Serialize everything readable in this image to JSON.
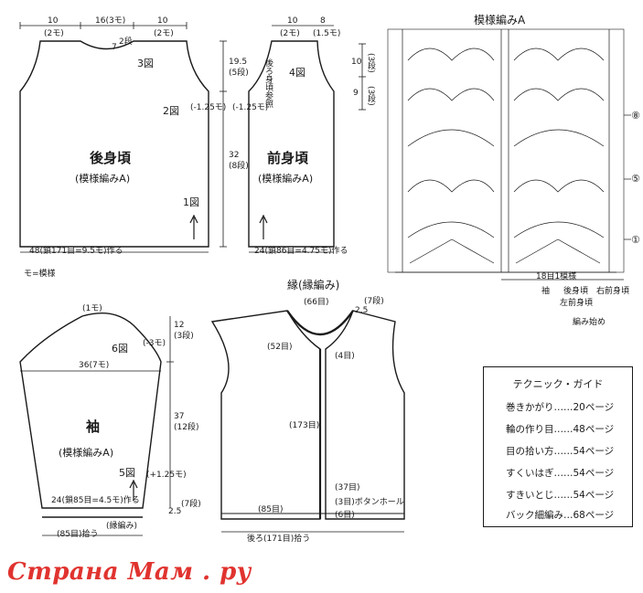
{
  "texts": {
    "back_w_left": "10",
    "back_w_left_sts": "(2モ)",
    "back_w_mid": "16(3モ)",
    "back_w_right": "10",
    "back_w_right_sts": "(2モ)",
    "neck_back_72": "7",
    "neck_back_2dan": "2段",
    "fig3": "3図",
    "fig2": "2図",
    "fig1": "1図",
    "fig4": "4図",
    "inc_back": "(-1.25モ)",
    "back_side_195": "19.5",
    "back_side_5dan": "(5段)",
    "back_side_32": "32",
    "back_side_8dan": "(8段)",
    "back_title": "後身頃",
    "back_pattern": "(模様編みA)",
    "back_bottom": "48(鎖171目=9.5モ)作る",
    "legend_mo": "モ=模様",
    "front_w_left": "10",
    "front_w_left_sts": "(2モ)",
    "front_w_right": "8",
    "front_w_right_sts": "(1.5モ)",
    "front_neck_note": "後ろ身頃参照",
    "inc_front": "(-1.25モ)",
    "front_title": "前身頃",
    "front_pattern": "(模様編みA)",
    "front_bottom": "24(鎖86目=4.75モ)作る",
    "sleeve_top": "(1モ)",
    "sleeve_cap_12": "12",
    "sleeve_cap_3dan": "(3段)",
    "sleeve_dec": "(-3モ)",
    "fig6": "6図",
    "sleeve_width": "36(7モ)",
    "sleeve_side_37": "37",
    "sleeve_side_12dan": "(12段)",
    "sleeve_title": "袖",
    "sleeve_pattern": "(模様編みA)",
    "fig5": "5図",
    "sleeve_inc": "(+1.25モ)",
    "sleeve_cast": "24(鎖85目=4.5モ)作る",
    "sleeve_edge_25": "2.5",
    "sleeve_edge_7dan": "(7段)",
    "sleeve_border": "(縁編み)",
    "sleeve_pickup": "(85目)拾う",
    "border_title": "縁(縁編み)",
    "b_66": "(66目)",
    "b_25": "2.5",
    "b_7dan": "(7段)",
    "b_52": "(52目)",
    "b_4": "(4目)",
    "b_173": "(173目)",
    "b_37": "(37目)",
    "b_3": "(3目)ボタンホール",
    "b_85": "(85目)",
    "b_6": "(6目)",
    "b_bottom": "後ろ(171目)拾う",
    "pat_title": "模様編みA",
    "pat_10": "10",
    "pat_3dan": "(3段)",
    "pat_9": "9",
    "pat_3dan2": "(3段)",
    "pat_r8": "⑧",
    "pat_r5": "⑤",
    "pat_r1": "①",
    "pat_repeat": "18目1模様",
    "pat_sode": "袖",
    "pat_back": "後身頃",
    "pat_front_left": "左前身頃",
    "pat_front_right": "右前身頃",
    "pat_start": "編み始め"
  },
  "guide": {
    "title": "テクニック・ガイド",
    "items": [
      "巻きかがり……20ページ",
      "輪の作り目……48ページ",
      "目の拾い方……54ページ",
      "すくいはぎ……54ページ",
      "すきいとじ……54ページ",
      "バック細編み…68ページ"
    ]
  },
  "watermark": "Страна Мам . ру"
}
